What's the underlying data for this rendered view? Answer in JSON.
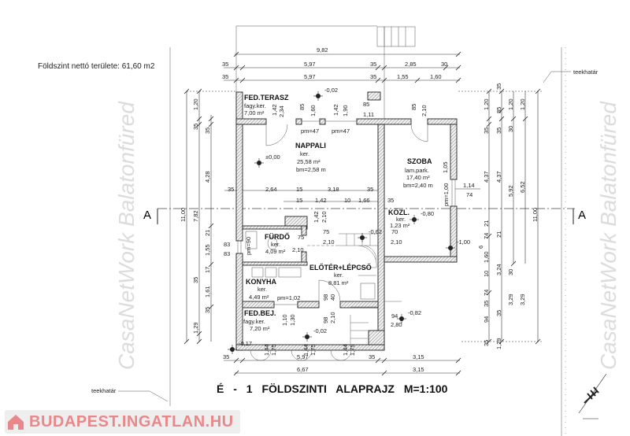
{
  "area_note": "Földszint nettó területe: 61,60 m2",
  "title": "É - 1   FÖLDSZINTI   ALAPRAJZ   M=1:100",
  "logo_text": "BUDAPEST.INGATLAN.HU",
  "watermark": "CasaNetWork Balatonfüred",
  "plot_boundary_label": "teekhatár",
  "section_label": "A",
  "rooms": [
    {
      "name": "FED.TERASZ",
      "floor": "fagy.ker.",
      "area": "7,00 m²"
    },
    {
      "name": "NAPPALI",
      "floor": "ker.",
      "area": "25,58 m²",
      "height": "bm=2,58 m"
    },
    {
      "name": "SZOBA",
      "floor": "lam.park.",
      "area": "17,40 m²",
      "height": "bm=2,40 m"
    },
    {
      "name": "KÖZL.",
      "floor": "ker.",
      "area": "1,23 m²"
    },
    {
      "name": "FÜRDŐ",
      "floor": "ker.",
      "area": "4,09 m²"
    },
    {
      "name": "ELŐTÉR+LÉPCSŐ",
      "floor": "ker.",
      "area": "8,81 m²"
    },
    {
      "name": "KONYHA",
      "floor": "ker.",
      "area": "4,49 m²"
    },
    {
      "name": "FED.BEJ.",
      "floor": "fagy.ker.",
      "area": "7,20 m²"
    }
  ],
  "levels": [
    "-0,02",
    "±0,00",
    "-0,80",
    "-0,62",
    "-1,00",
    "-0,82",
    "-0,02",
    "-0,17"
  ],
  "windows": [
    "pm=47",
    "pm=47",
    "pm=1,00",
    "pm=90",
    "pm=1,02"
  ],
  "dims_top": [
    "9,82",
    "35",
    "5,97",
    "35",
    "2,85",
    "30",
    "35",
    "5,97",
    "35",
    "1,55",
    "1,60"
  ],
  "dims_bottom": [
    "35",
    "5,97",
    "35",
    "3,15",
    "6,67",
    "3,15"
  ],
  "dims_left": [
    "11,00",
    "1,20",
    "35",
    "7,82",
    "35",
    "1,29",
    "35",
    "4,28",
    "21",
    "1,55",
    "17",
    "1,61",
    "35"
  ],
  "dims_right": [
    "1,20",
    "35",
    "4,37",
    "21",
    "74",
    "1,60",
    "10",
    "74",
    "35",
    "94",
    "35",
    "6",
    "35",
    "85",
    "35",
    "4,37",
    "21",
    "3,24",
    "35",
    "1,29",
    "1,20",
    "30",
    "5,92",
    "30",
    "3,29",
    "1,20",
    "6,52",
    "3,29",
    "11,00"
  ],
  "dims_inner": [
    "1,42",
    "2,34",
    "85",
    "1,60",
    "1,42",
    "1,90",
    "85",
    "1,11",
    "85",
    "2,10",
    "1,05",
    "1,14",
    "74",
    "35",
    "2,64",
    "15",
    "3,18",
    "35",
    "15",
    "1,42",
    "10",
    "1,66",
    "35",
    "1,42",
    "2,10",
    "75",
    "2,10",
    "75",
    "2,10",
    "70",
    "2,10",
    "83",
    "83",
    "98",
    "40",
    "1,10",
    "1,30",
    "98",
    "2,10",
    "94",
    "2,80",
    "1,44",
    "1,75",
    "1,44",
    "1,75",
    "1,44",
    "1,75"
  ]
}
